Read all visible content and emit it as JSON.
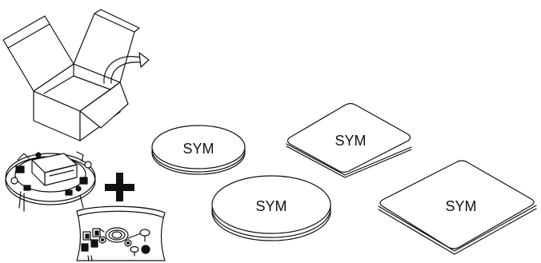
{
  "labels": {
    "small_round": "SYM",
    "small_square": "SYM",
    "large_round": "SYM",
    "large_square": "SYM"
  },
  "icons": [
    "open-box-icon",
    "mounting-base-icon",
    "plus-icon",
    "accessory-kit-icon"
  ],
  "colors": {
    "line": "#111111",
    "face": "#ffffff"
  }
}
